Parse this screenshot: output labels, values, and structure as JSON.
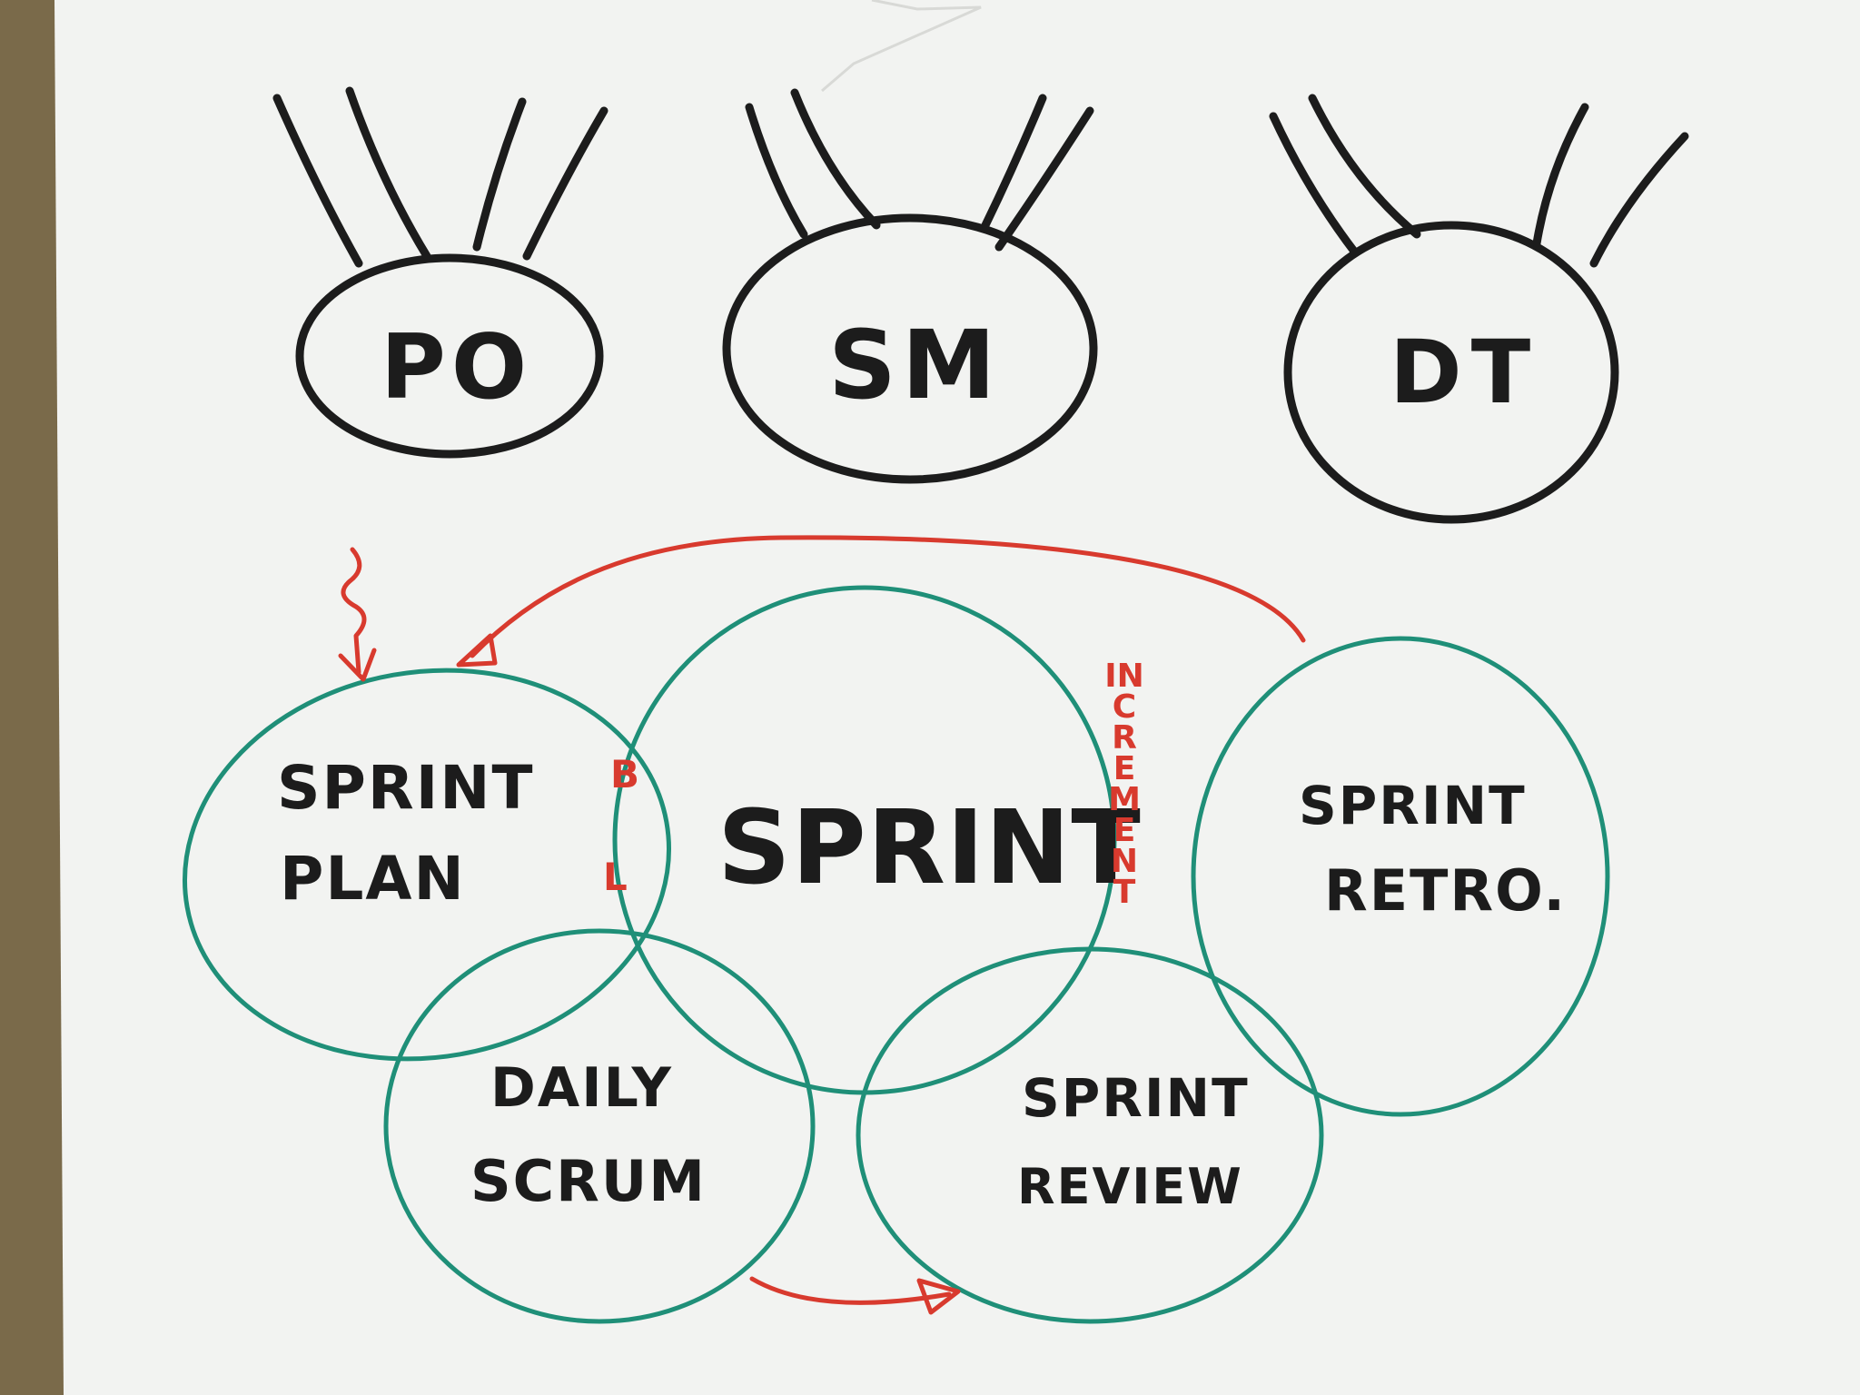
{
  "roles": [
    {
      "label": "PO"
    },
    {
      "label": "SM"
    },
    {
      "label": "DT"
    }
  ],
  "events": {
    "sprint_planning": {
      "line1": "SPRINT",
      "line2": "PLAN"
    },
    "sprint": {
      "label": "SPRINT"
    },
    "sprint_retro": {
      "line1": "SPRINT",
      "line2": "RETRO."
    },
    "daily_scrum": {
      "line1": "DAILY",
      "line2": "SCRUM"
    },
    "sprint_review": {
      "line1": "SPRINT",
      "line2": "REVIEW"
    }
  },
  "artifacts": {
    "backlog": {
      "top": "B",
      "bottom": "L"
    },
    "increment": {
      "label": "INCREMENT"
    }
  },
  "colors": {
    "paper": "#f2f3f1",
    "marker_black": "#1c1c1c",
    "marker_green": "#1f8f78",
    "marker_red": "#d83a2e"
  }
}
